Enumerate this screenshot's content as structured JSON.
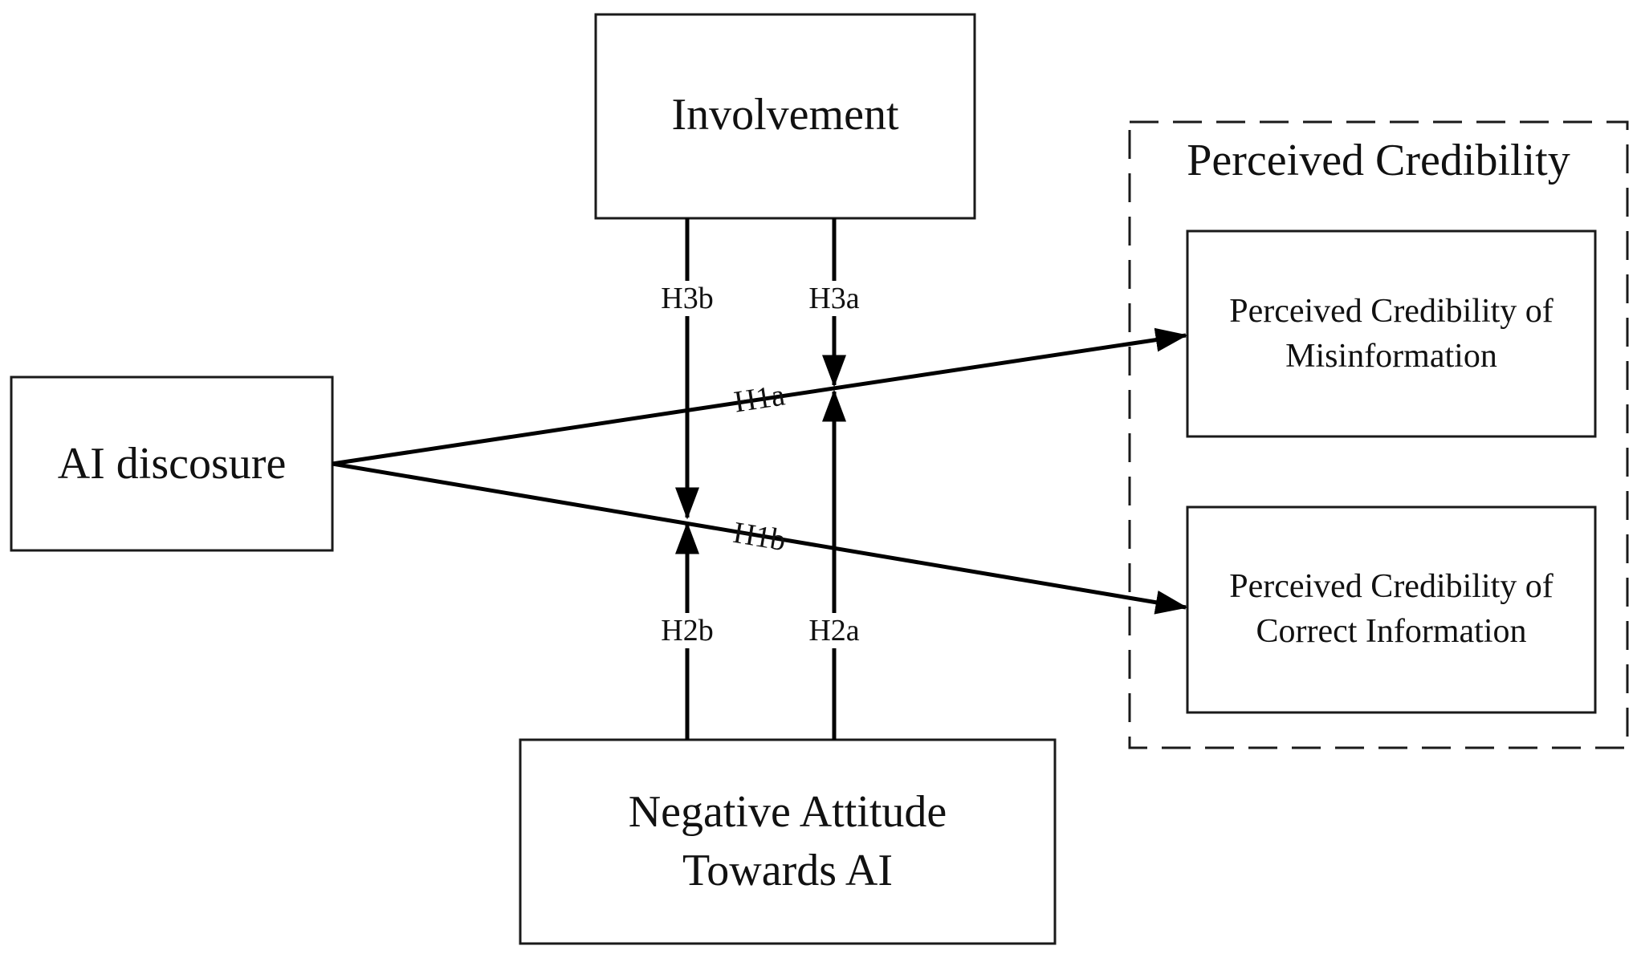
{
  "nodes": {
    "involvement": "Involvement",
    "ai_disclosure": "AI discosure",
    "negative_attitude": [
      "Negative Attitude",
      "Towards AI"
    ],
    "credibility_misinformation": [
      "Perceived Credibility of",
      "Misinformation"
    ],
    "credibility_correct": [
      "Perceived Credibility of",
      "Correct Information"
    ]
  },
  "group": {
    "label": "Perceived Credibility"
  },
  "hypotheses": {
    "h1a": "H1a",
    "h1b": "H1b",
    "h2a": "H2a",
    "h2b": "H2b",
    "h3a": "H3a",
    "h3b": "H3b"
  },
  "colors": {
    "line": "#000000",
    "box_border": "#1a1a1a",
    "background": "#ffffff"
  }
}
